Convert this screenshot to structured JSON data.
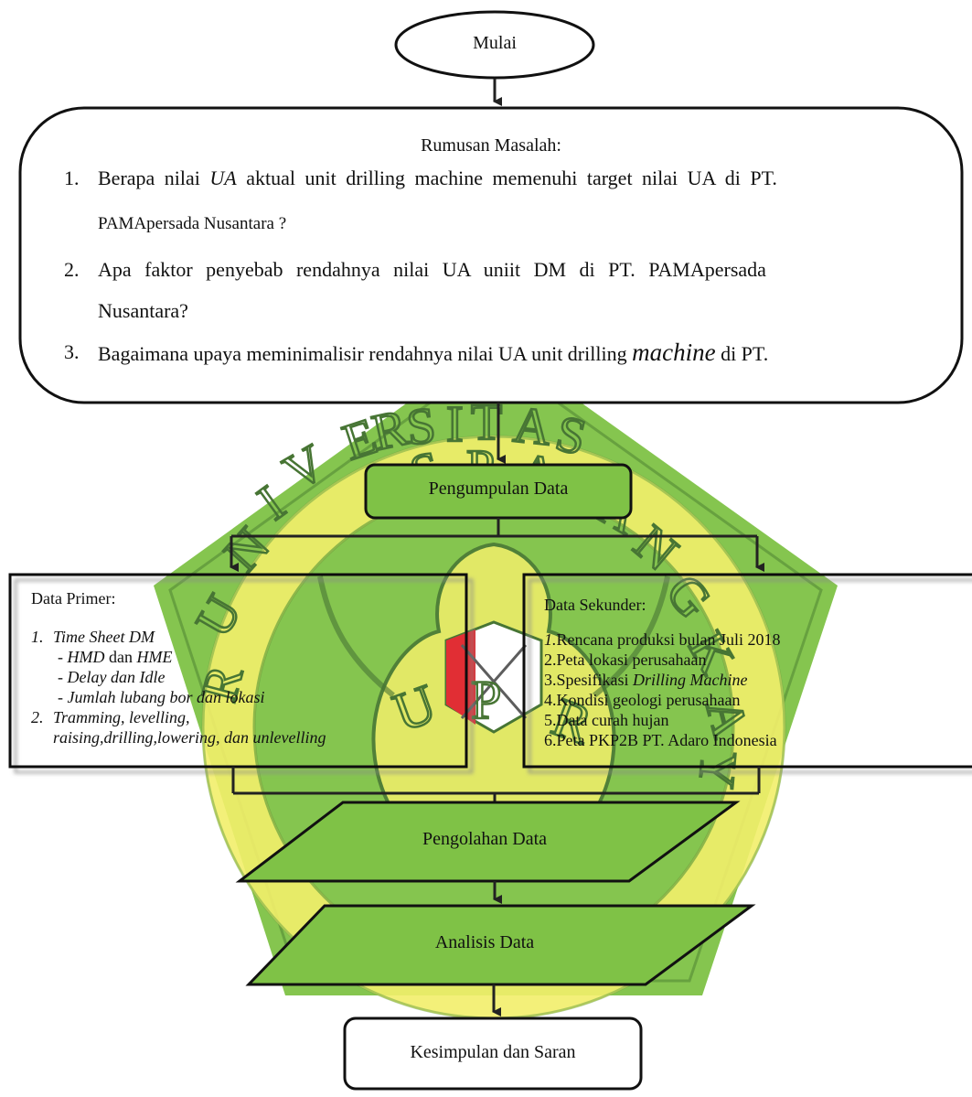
{
  "start": "Mulai",
  "rumusan": {
    "title": "Rumusan Masalah:",
    "items": [
      {
        "num": "1.",
        "line1_a": "Berapa nilai ",
        "line1_em": "UA",
        "line1_b": " aktual unit drilling machine memenuhi target nilai UA di PT.",
        "line2": "PAMApersada Nusantara ?"
      },
      {
        "num": "2.",
        "line1": "Apa faktor penyebab rendahnya nilai UA uniit DM di PT. PAMApersada",
        "line2": "Nusantara?"
      },
      {
        "num": "3.",
        "line1_a": "Bagaimana upaya meminimalisir rendahnya nilai UA unit drilling ",
        "line1_em": "machine",
        "line1_b": " di PT."
      }
    ]
  },
  "collect": "Pengumpulan Data",
  "primer": {
    "title": "Data Primer:",
    "i1_num": "1.",
    "i1": "Time Sheet DM",
    "s1_a": "HMD",
    "s1_b": " dan ",
    "s1_c": "HME",
    "s2_a": "Delay",
    "s2_b": " dan ",
    "s2_c": "Idle",
    "s3": "Jumlah lubang bor dan lokasi",
    "i2_num": "2.",
    "i2_l1": "Tramming, levelling,",
    "i2_l2": "raising,drilling,lowering, dan unlevelling",
    "dash": "-"
  },
  "sekunder": {
    "title": "Data Sekunder:",
    "i1_num": "1.",
    "i1": "Rencana  produksi bulan Juli 2018",
    "i2": "2.Peta lokasi perusahaan",
    "i3_a": "3.Spesifikasi ",
    "i3_b": "Drilling Machine",
    "i4": "4.Kondisi geologi perusahaan",
    "i5": "5.Data curah hujan",
    "i6": "6.Peta PKP2B PT. Adaro Indonesia"
  },
  "process": "Pengolahan Data",
  "analysis": "Analisis Data",
  "end": "Kesimpulan dan Saran",
  "watermark": {
    "text_top": "UNIVERSITAS PALANGKA RAYA",
    "text_bottom": "U P R",
    "pentagon_color": "#7fc246",
    "ring_color": "#f2ee63",
    "ink_color": "#3e6e2a"
  }
}
